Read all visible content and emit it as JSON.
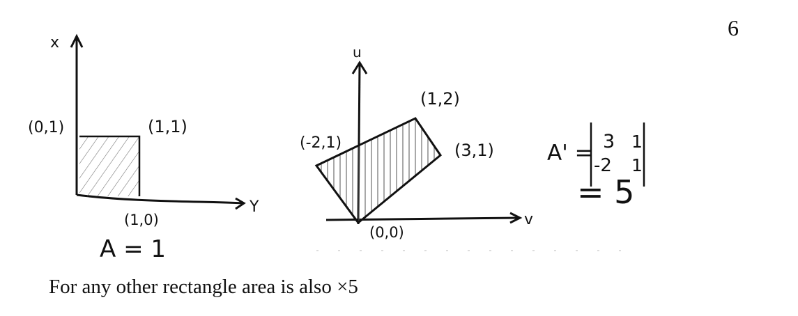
{
  "page_number": "6",
  "left_figure": {
    "axis_x_label": "x",
    "axis_y_label": "Y",
    "point_00_1": "(0,1)",
    "point_1_1": "(1,1)",
    "point_1_0": "(1,0)",
    "area_label": "A = 1"
  },
  "middle_figure": {
    "axis_u_label": "u",
    "axis_v_label": "v",
    "point_neg2_1": "(-2,1)",
    "point_1_2": "(1,2)",
    "point_3_1": "(3,1)",
    "point_0_0": "(0,0)"
  },
  "determinant": {
    "lhs": "A' =",
    "matrix_row1_col1": "3",
    "matrix_row1_col2": "1",
    "matrix_row2_col1": "-2",
    "matrix_row2_col2": "1",
    "result": "= 5"
  },
  "caption": "For any other rectangle area is also ×5"
}
